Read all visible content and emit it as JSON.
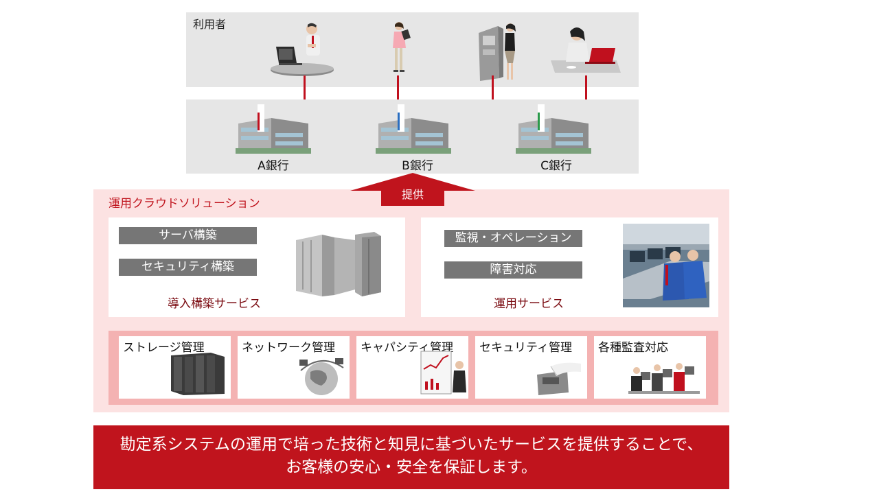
{
  "users": {
    "label": "利用者"
  },
  "banks": [
    {
      "label": "A銀行"
    },
    {
      "label": "B銀行"
    },
    {
      "label": "C銀行"
    }
  ],
  "provide": {
    "label": "提供"
  },
  "solution": {
    "title": "運用クラウドソリューション",
    "intro_service": {
      "items": [
        "サーバ構築",
        "セキュリティ構築"
      ],
      "caption": "導入構築サービス"
    },
    "ops_service": {
      "items": [
        "監視・オペレーション",
        "障害対応"
      ],
      "caption": "運用サービス"
    },
    "management": [
      {
        "label": "ストレージ管理",
        "icon": "storage-rack-icon"
      },
      {
        "label": "ネットワーク管理",
        "icon": "globe-network-icon"
      },
      {
        "label": "キャパシティ管理",
        "icon": "presentation-chart-icon"
      },
      {
        "label": "セキュリティ管理",
        "icon": "fingerprint-scanner-icon"
      },
      {
        "label": "各種監査対応",
        "icon": "office-workers-icon"
      }
    ]
  },
  "banner": {
    "line1": "勘定系システムの運用で培った技術と知見に基づいたサービスを提供することで、",
    "line2": "お客様の安心・安全を保証します。"
  },
  "colors": {
    "accent": "#c0141d",
    "band": "#e6e6e6",
    "solution_bg": "#fce2e2",
    "strip": "#f4b2b2",
    "button": "#767676"
  }
}
